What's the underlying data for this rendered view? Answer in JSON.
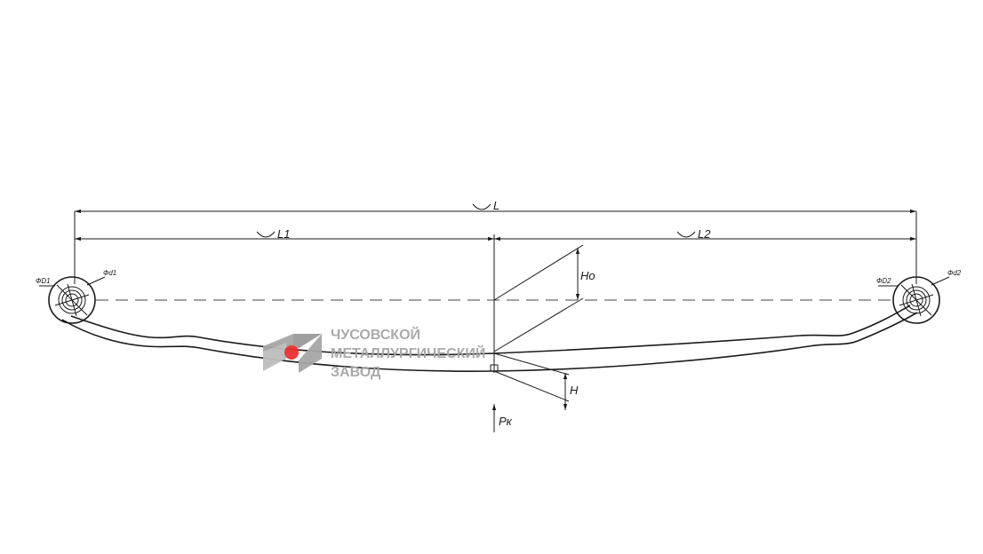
{
  "labels": {
    "total_length": "L",
    "length_left": "L1",
    "length_right": "L2",
    "free_height": "Ho",
    "loaded_height": "H",
    "test_load": "Pк",
    "eye_outer_left": "ФD1",
    "eye_inner_left": "Фd1",
    "eye_outer_right": "ФD2",
    "eye_inner_right": "Фd2"
  },
  "watermark": {
    "line1": "ЧУСОВСКОЙ",
    "line2": "МЕТАЛЛУРГИЧЕСКИЙ",
    "line3": "ЗАВОД",
    "text_color": "#a6a6a6",
    "dot_color": "#e8312f"
  }
}
